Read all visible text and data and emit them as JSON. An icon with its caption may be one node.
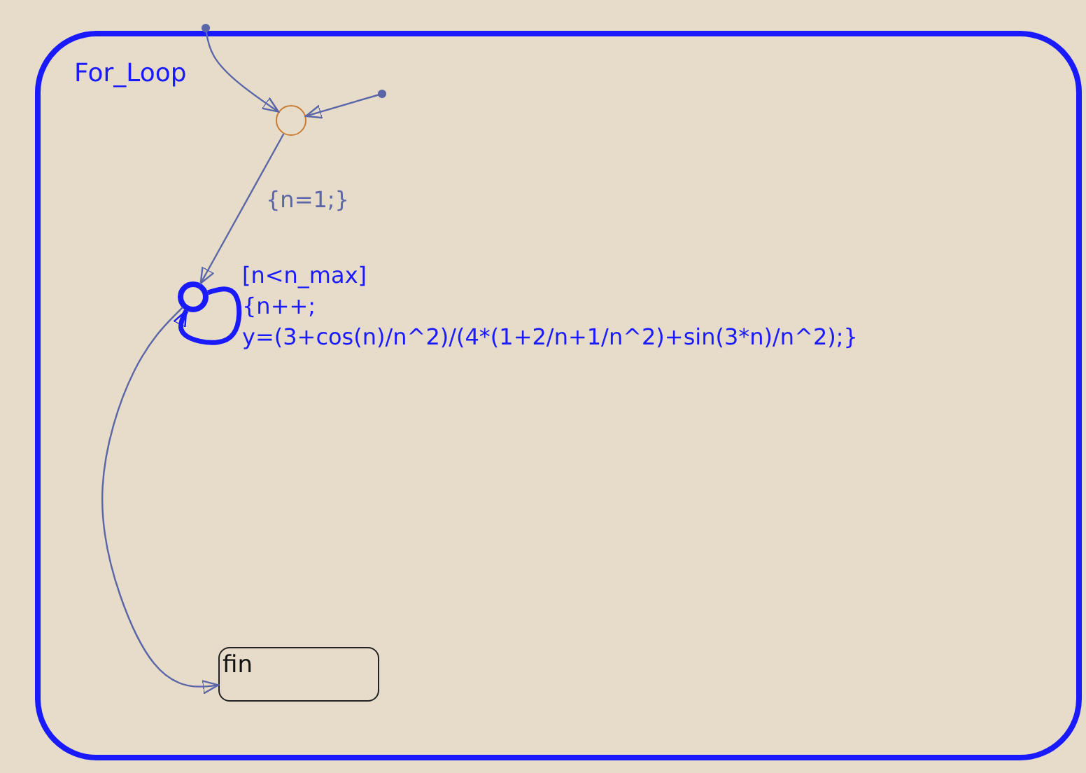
{
  "diagram": {
    "nodes": [
      {
        "text": [
          "For_Loop"
        ]
      },
      {
        "text": [],
        "shape": "circle",
        "in": 0
      },
      {
        "text": [],
        "shape": "circle",
        "in": 0
      },
      {
        "text": [
          "fin"
        ],
        "in": 0
      }
    ],
    "edges": [
      {
        "from": null,
        "to": 1,
        "arrow": "to"
      },
      {
        "from": null,
        "to": 1,
        "arrow": "to"
      },
      {
        "from": 1,
        "to": 2,
        "arrow": "to",
        "label": "{n=1;}"
      },
      {
        "from": 2,
        "to": 2,
        "arrow": "to",
        "label": "[n<n_max] {n++; y=(3+cos(n)/n^2)/(4*(1+2/n+1/n^2)+sin(3*n)/n^2);}",
        "style": "thick",
        "color": "#1a1aff"
      },
      {
        "from": 2,
        "to": 3,
        "arrow": "to"
      }
    ]
  }
}
